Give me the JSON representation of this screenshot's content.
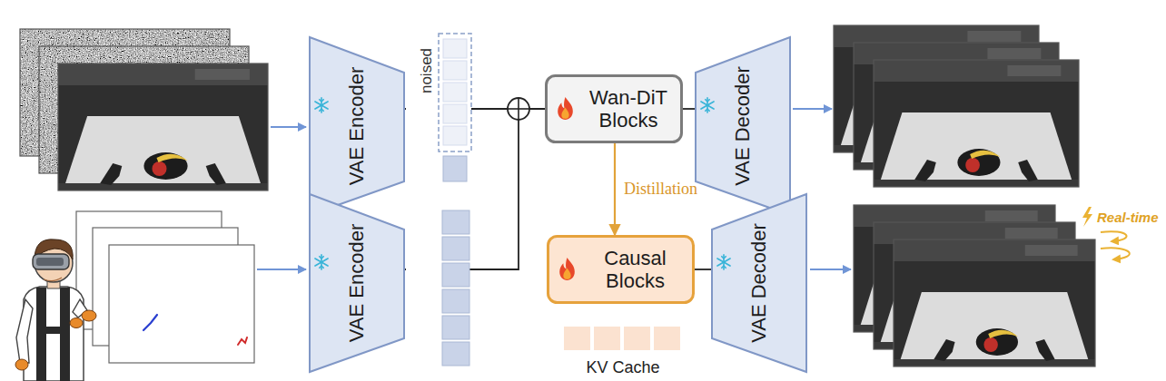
{
  "diagram": {
    "nodes": [
      {
        "text": [
          "VAE Encoder"
        ]
      },
      {
        "text": [
          "VAE Encoder"
        ]
      },
      {
        "text": [
          "Wan-DiT Blocks"
        ]
      },
      {
        "text": [
          "VAE Decoder"
        ]
      },
      {
        "text": [
          "Causal Blocks"
        ]
      },
      {
        "text": [
          "VAE Decoder"
        ]
      }
    ],
    "edges": [
      {
        "from": 0,
        "to": 2,
        "arrow": "none"
      },
      {
        "from": 1,
        "to": 2,
        "arrow": "none"
      },
      {
        "from": 2,
        "to": 3,
        "arrow": "none"
      },
      {
        "from": 2,
        "to": 4,
        "arrow": "to",
        "label": "Distillation"
      },
      {
        "from": 4,
        "to": 5,
        "arrow": "none"
      }
    ],
    "labels": [
      "noised",
      "KV Cache",
      "Real-time"
    ]
  }
}
